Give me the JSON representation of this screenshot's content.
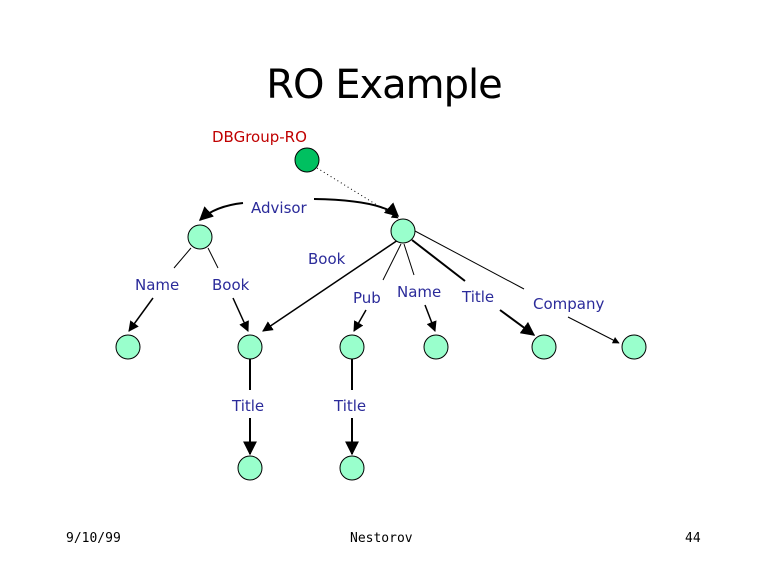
{
  "slide": {
    "title": "RO Example",
    "footer": {
      "date": "9/10/99",
      "author": "Nestorov",
      "page": "44"
    }
  },
  "colors": {
    "root_node": "#00c060",
    "node": "#99ffcc",
    "label": "#2b2b9a",
    "root_label": "#c00000"
  },
  "diagram": {
    "root_label": "DBGroup-RO",
    "edge_labels": {
      "advisor": "Advisor",
      "book_cross": "Book",
      "name_left": "Name",
      "book_left": "Book",
      "pub": "Pub",
      "name_right": "Name",
      "title_right": "Title",
      "company": "Company",
      "title_left_book": "Title",
      "title_pub": "Title"
    }
  }
}
